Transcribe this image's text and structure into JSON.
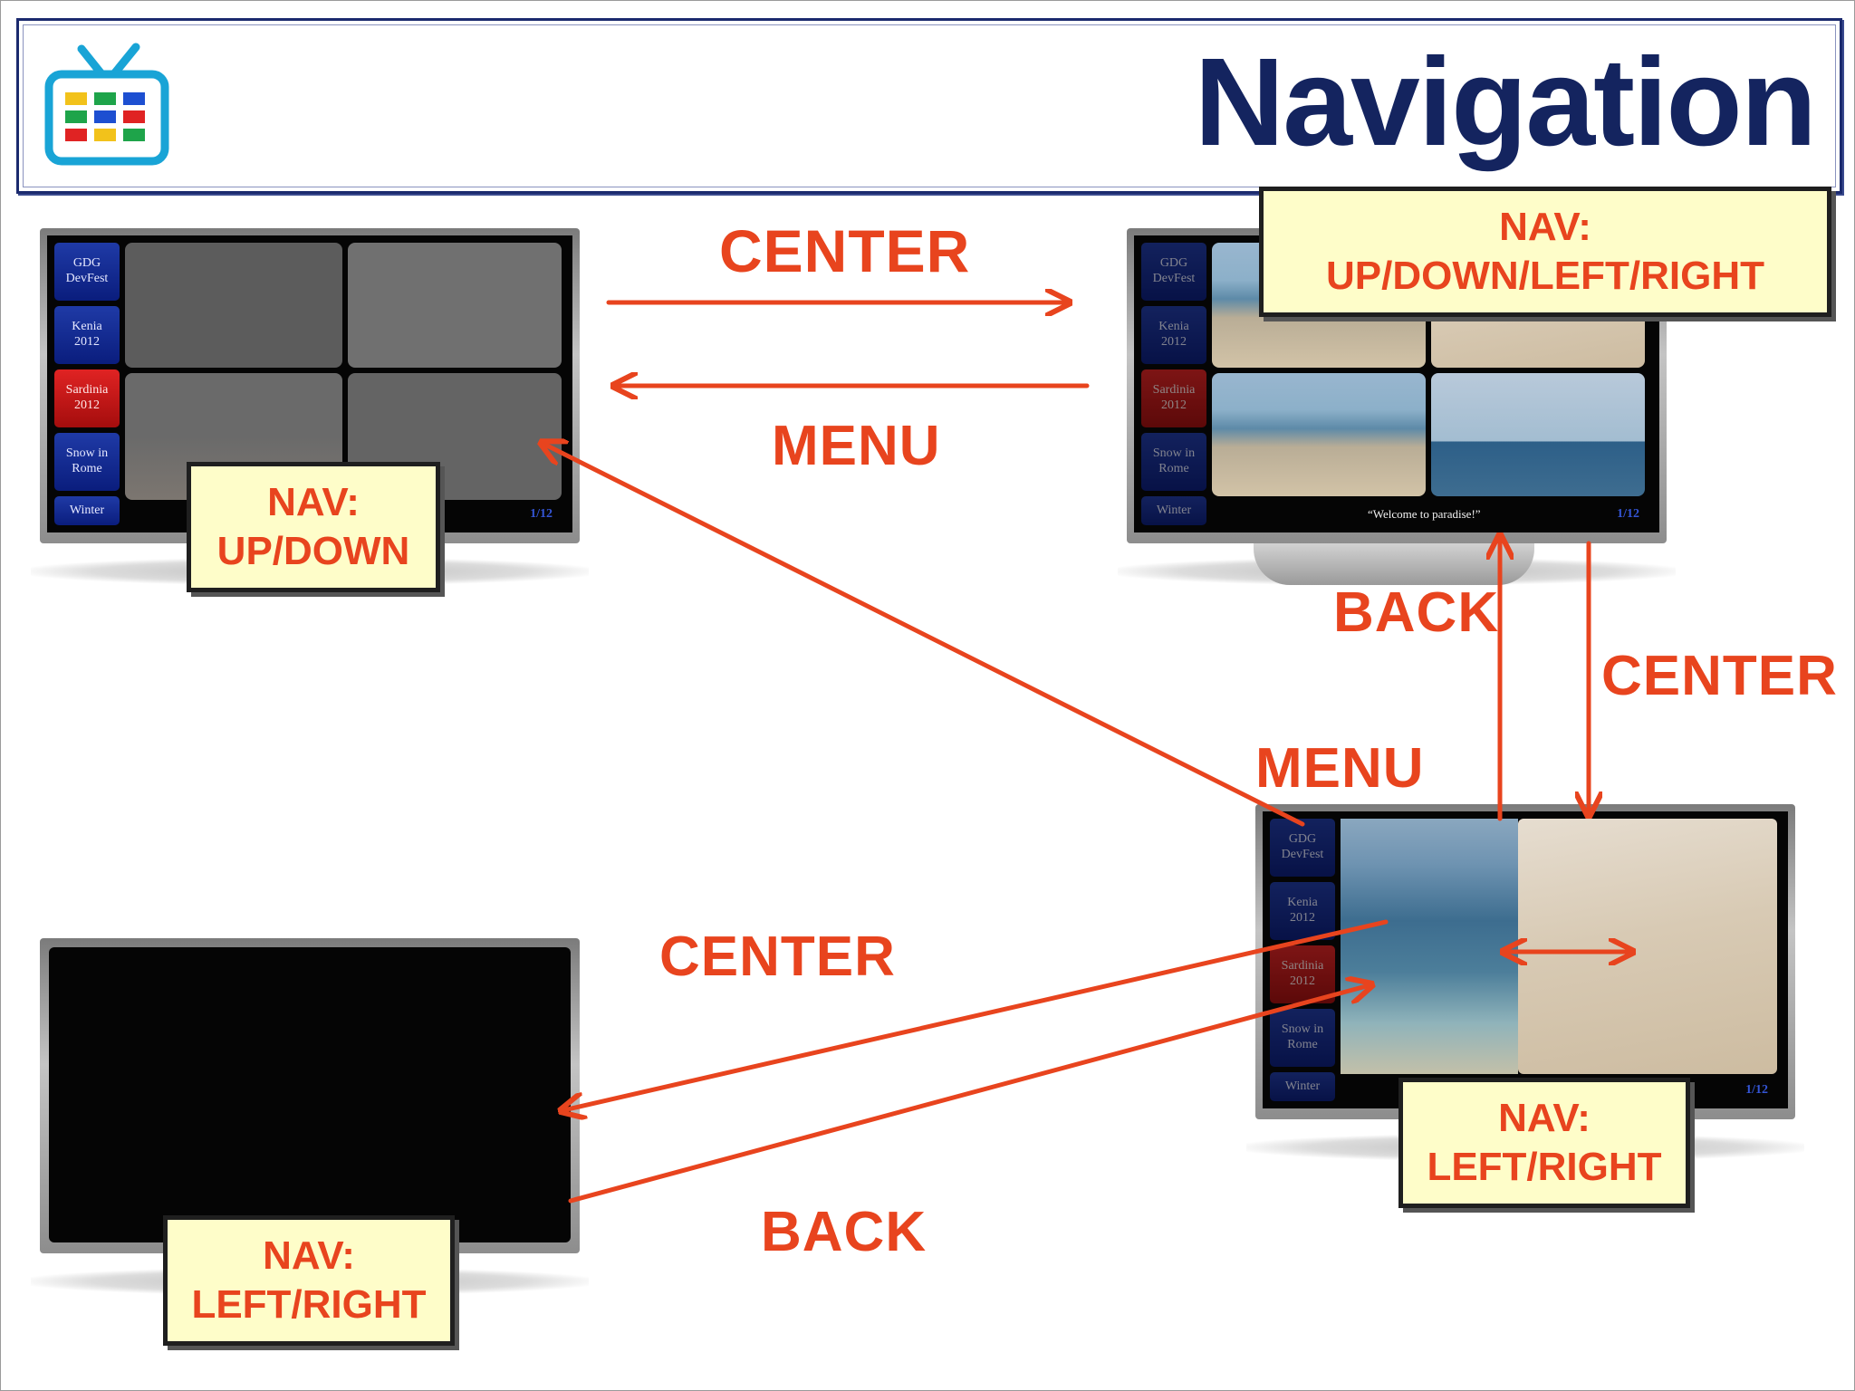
{
  "title": "Navigation",
  "colors": {
    "accent": "#e8441e",
    "title": "#14245f",
    "note_bg": "#fefdc9",
    "menu_blue": "#1f3aa6",
    "menu_red": "#e02323"
  },
  "menu_items": [
    "GDG\nDevFest",
    "Kenia\n2012",
    "Sardinia\n2012",
    "Snow in\nRome",
    "Winter"
  ],
  "pager": "1/12",
  "caption": "“Welcome to paradise!”",
  "labels": {
    "center_top": "CENTER",
    "menu_top": "MENU",
    "back_right": "BACK",
    "center_right": "CENTER",
    "menu_mid": "MENU",
    "center_bottom": "CENTER",
    "back_bottom": "BACK"
  },
  "notes": {
    "tv1": {
      "line1": "NAV:",
      "line2": "UP/DOWN"
    },
    "tv2": {
      "line1": "NAV:",
      "line2": "UP/DOWN/LEFT/RIGHT"
    },
    "tv3": {
      "line1": "NAV:",
      "line2": "LEFT/RIGHT"
    },
    "tv4": {
      "line1": "NAV:",
      "line2": "LEFT/RIGHT"
    }
  },
  "icons": [
    "tv-logo-icon",
    "arrow-icon"
  ]
}
